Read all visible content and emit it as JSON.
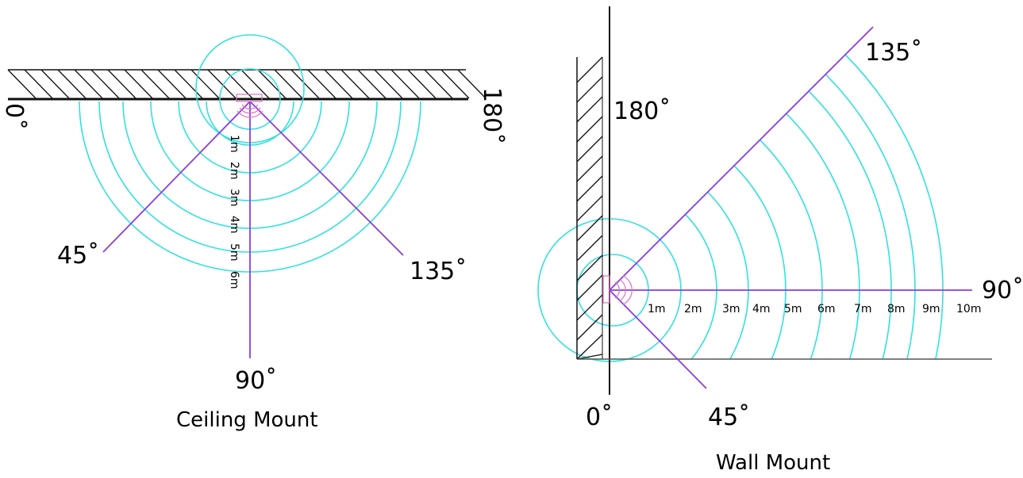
{
  "ceiling": {
    "caption": "Ceiling Mount",
    "angles": {
      "a0": "0˚",
      "a45": "45˚",
      "a90": "90˚",
      "a135": "135˚",
      "a180": "180˚"
    },
    "distances": [
      "1m",
      "2m",
      "3m",
      "4m",
      "5m",
      "6m"
    ]
  },
  "wall": {
    "caption": "Wall Mount",
    "angles": {
      "a0": "0˚",
      "a45": "45˚",
      "a90": "90˚",
      "a135": "135˚",
      "a180": "180˚"
    },
    "distances": [
      "1m",
      "2m",
      "3m",
      "4m",
      "5m",
      "6m",
      "7m",
      "8m",
      "9m",
      "10m"
    ]
  },
  "colors": {
    "range_arcs": "#33e0e0",
    "angle_lines": "#8a3ce0",
    "sensor": "#e070c0",
    "hatch": "#111111"
  }
}
